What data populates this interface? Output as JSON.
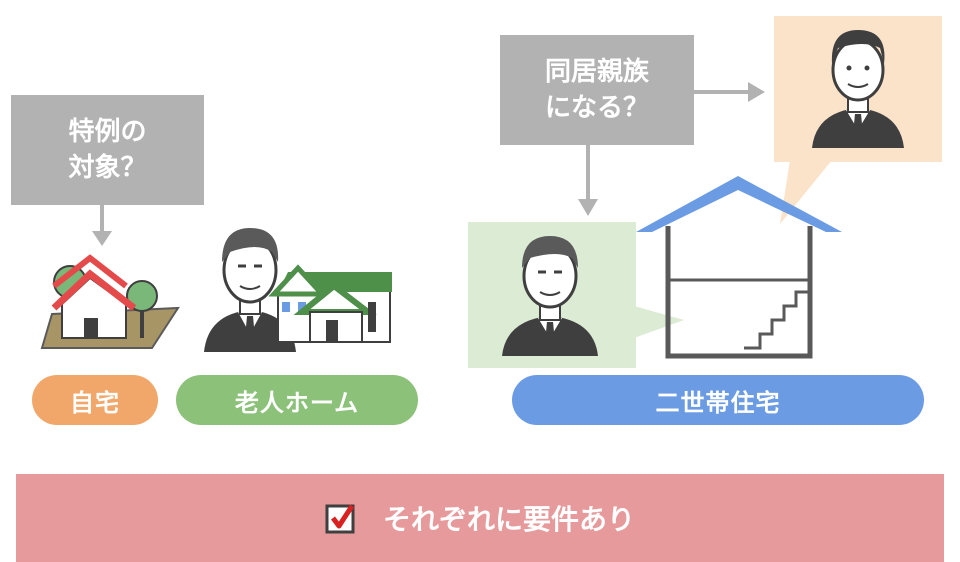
{
  "question_left": {
    "line1": "特例の",
    "line2": "対象？"
  },
  "question_right": {
    "line1": "同居親族",
    "line2": "になる？"
  },
  "labels": {
    "home": "自宅",
    "nursing_home": "老人ホーム",
    "two_generation_house": "二世帯住宅"
  },
  "banner": {
    "text": "それぞれに要件あり",
    "check_icon": "checkbox-checked-icon"
  },
  "colors": {
    "question_box": "#b2b2b2",
    "home_pill": "#f0a769",
    "nursing_pill": "#8cc17a",
    "two_gen_pill": "#6b9be3",
    "banner": "#e69a9b",
    "elder_panel": "#dcebd3",
    "relative_panel": "#fbe3ca",
    "roof_blue": "#6b9be3",
    "roof_red": "#e44a4a",
    "roof_green": "#4e8f4a"
  }
}
